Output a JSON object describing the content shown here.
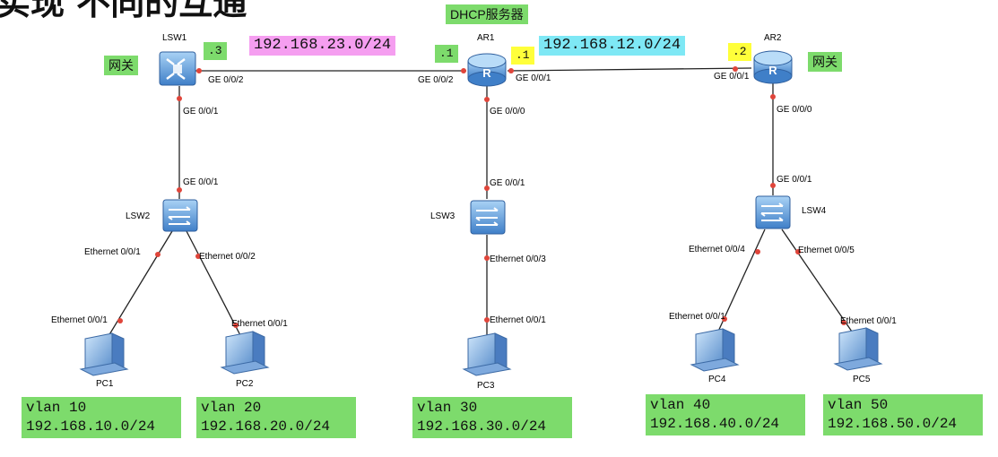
{
  "title_fragment": "实现 不同的互通",
  "dhcp_server_label": "DHCP服务器",
  "gateway_label": "网关",
  "devices": {
    "lsw1": "LSW1",
    "ar1": "AR1",
    "ar2": "AR2",
    "lsw2": "LSW2",
    "lsw3": "LSW3",
    "lsw4": "LSW4",
    "pc1": "PC1",
    "pc2": "PC2",
    "pc3": "PC3",
    "pc4": "PC4",
    "pc5": "PC5"
  },
  "ports": {
    "lsw1_ge002": "GE 0/0/2",
    "lsw1_ge001": "GE 0/0/1",
    "lsw2_ge001": "GE 0/0/1",
    "ar1_ge002": "GE 0/0/2",
    "ar1_ge001": "GE 0/0/1",
    "ar1_ge000": "GE 0/0/0",
    "lsw3_ge001": "GE 0/0/1",
    "ar2_ge001": "GE 0/0/1",
    "ar2_ge000": "GE 0/0/0",
    "lsw4_ge001": "GE 0/0/1",
    "lsw2_e001": "Ethernet 0/0/1",
    "lsw2_e002": "Ethernet 0/0/2",
    "pc1_e001": "Ethernet 0/0/1",
    "pc2_e001": "Ethernet 0/0/1",
    "lsw3_e003": "Ethernet 0/0/3",
    "pc3_e001": "Ethernet 0/0/1",
    "lsw4_e004": "Ethernet 0/0/4",
    "lsw4_e005": "Ethernet 0/0/5",
    "pc4_e001": "Ethernet 0/0/1",
    "pc5_e001": "Ethernet 0/0/1"
  },
  "networks": {
    "net23": "192.168.23.0/24",
    "net12": "192.168.12.0/24"
  },
  "host_ids": {
    "lsw1": ".3",
    "ar1_left": ".1",
    "ar1_right": ".1",
    "ar2": ".2"
  },
  "vlans": [
    {
      "name": "vlan 10",
      "subnet": "192.168.10.0/24"
    },
    {
      "name": "vlan 20",
      "subnet": "192.168.20.0/24"
    },
    {
      "name": "vlan 30",
      "subnet": "192.168.30.0/24"
    },
    {
      "name": "vlan 40",
      "subnet": "192.168.40.0/24"
    },
    {
      "name": "vlan 50",
      "subnet": "192.168.50.0/24"
    }
  ],
  "colors": {
    "label_green": "#7ddb6c",
    "label_yellow": "#ffff3a",
    "label_pink": "#f59ef0",
    "label_cyan": "#7ee8f5",
    "device_blue": "#4d8fd6",
    "port_dot": "#e0453a",
    "link_line": "#222222"
  }
}
